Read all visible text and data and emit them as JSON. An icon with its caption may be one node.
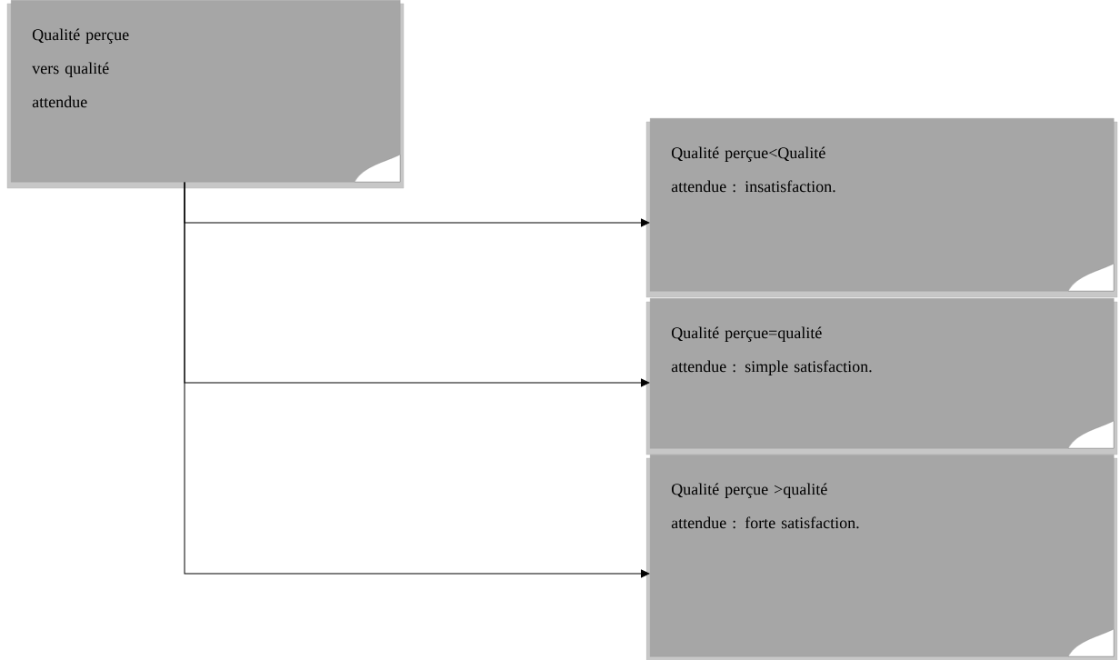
{
  "diagram": {
    "nodes": [
      {
        "text": [
          "Qualité perçue vers qualité attendue"
        ]
      },
      {
        "text": [
          "Qualité perçue<Qualité attendue : insatisfaction."
        ]
      },
      {
        "text": [
          "Qualité perçue=qualité attendue : simple satisfaction."
        ]
      },
      {
        "text": [
          "Qualité perçue >qualité attendue : forte satisfaction."
        ]
      }
    ],
    "edges": [
      {
        "from": 0,
        "to": 1,
        "arrow": "to"
      },
      {
        "from": 0,
        "to": 2,
        "arrow": "to"
      },
      {
        "from": 0,
        "to": 3,
        "arrow": "to"
      }
    ]
  }
}
